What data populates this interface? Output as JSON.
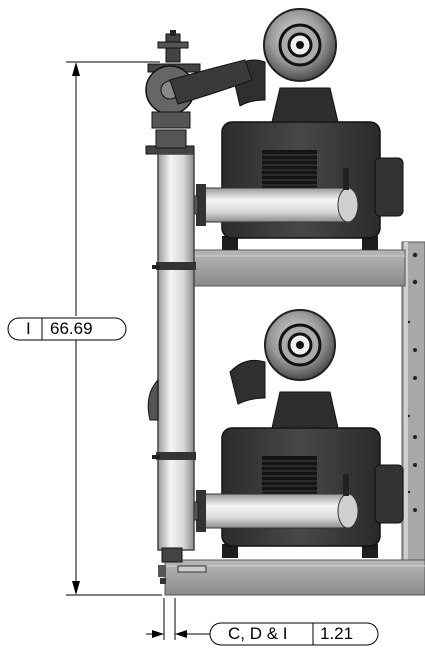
{
  "dimensions": {
    "height": {
      "prefix": "I",
      "value": "66.69"
    },
    "offset": {
      "prefix": "C, D & I",
      "value": "1.21"
    }
  },
  "colors": {
    "machine_dark": "#3a3a3a",
    "machine_darker": "#222222",
    "frame_gray": "#9a9a9a",
    "pipe_light": "#e6e6e6",
    "grille": "#111111"
  }
}
